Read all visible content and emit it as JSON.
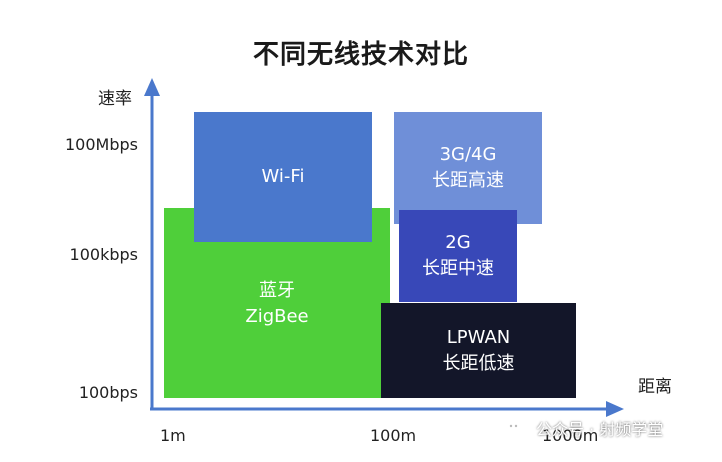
{
  "title": "不同无线技术对比",
  "axes": {
    "y_label": "速率",
    "x_label": "距离",
    "y_ticks": [
      "100Mbps",
      "100kbps",
      "100bps"
    ],
    "x_ticks": [
      "1m",
      "100m",
      "1000m"
    ]
  },
  "blocks": {
    "bluetooth": {
      "line1": "蓝牙",
      "line2": "ZigBee",
      "color": "#4fcf3a"
    },
    "wifi": {
      "line1": "Wi-Fi",
      "color": "#4a78cc"
    },
    "g34": {
      "line1": "3G/4G",
      "line2": "长距高速",
      "color": "#6f8fd8"
    },
    "g2": {
      "line1": "2G",
      "line2": "长距中速",
      "color": "#3848b8"
    },
    "lpwan": {
      "line1": "LPWAN",
      "line2": "长距低速",
      "color": "#131629"
    }
  },
  "watermark": {
    "text": "公众号 · 射频学堂"
  }
}
